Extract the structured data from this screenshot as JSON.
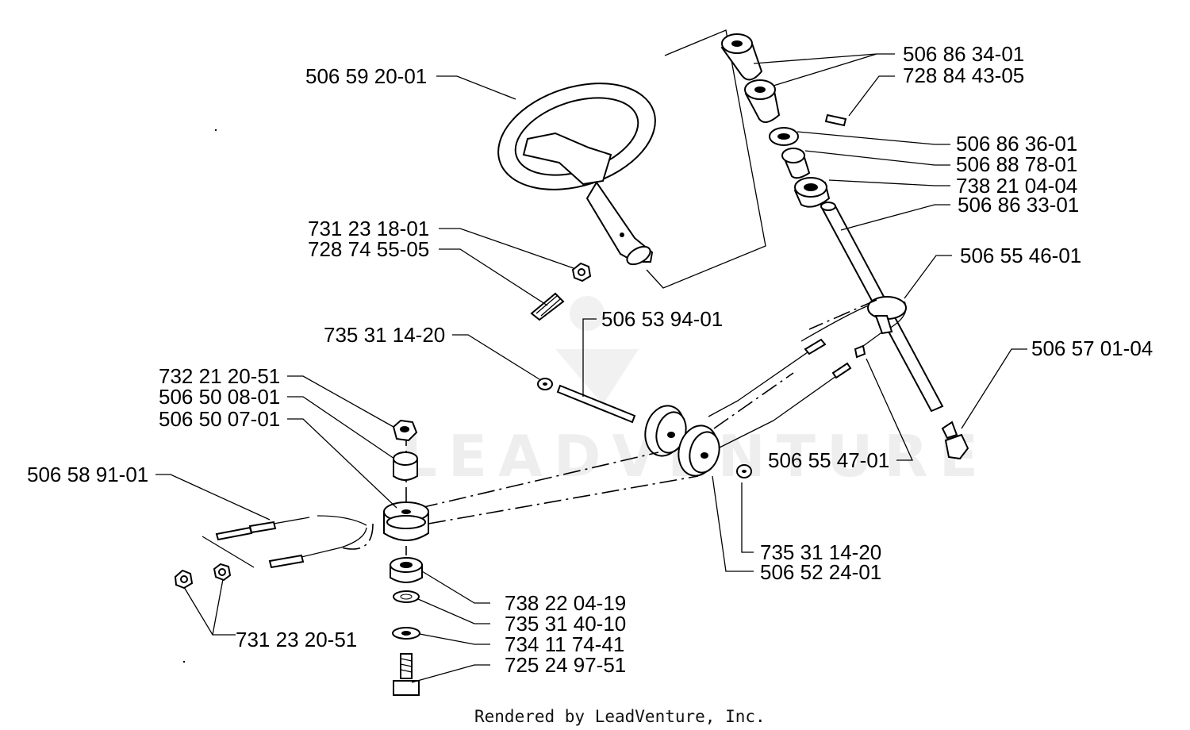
{
  "diagram": {
    "part_numbers": {
      "steering_wheel": "506 59 20-01",
      "nut_wheel": "731 23 18-01",
      "screw_wheel": "728 74 55-05",
      "spacer_top": "735 31 14-20",
      "shaft_pin": "506 53 94-01",
      "nut_top_left": "732 21 20-51",
      "bushing_upper": "506 50 08-01",
      "pulley_left": "506 50 07-01",
      "cable": "506 58 91-01",
      "nut_cable": "731 23 20-51",
      "bearing_lower": "738 22 04-19",
      "spring_washer": "735 31 40-10",
      "washer": "734 11 74-41",
      "bolt_lower": "725 24 97-51",
      "sleeve_upper": "506 86 34-01",
      "set_screw": "728 84 43-05",
      "washer_column": "506 86 36-01",
      "bushing_column": "506 88 78-01",
      "bearing_column": "738 21 04-04",
      "steering_shaft": "506 86 33-01",
      "sprocket_chain": "506 55 46-01",
      "bolt_column": "506 57 01-04",
      "chain_link": "506 55 47-01",
      "spacer_pulley": "735 31 14-20",
      "pulley_double": "506 52 24-01"
    },
    "footer": "Rendered by LeadVenture, Inc.",
    "watermark": "LEADVENTURE"
  }
}
